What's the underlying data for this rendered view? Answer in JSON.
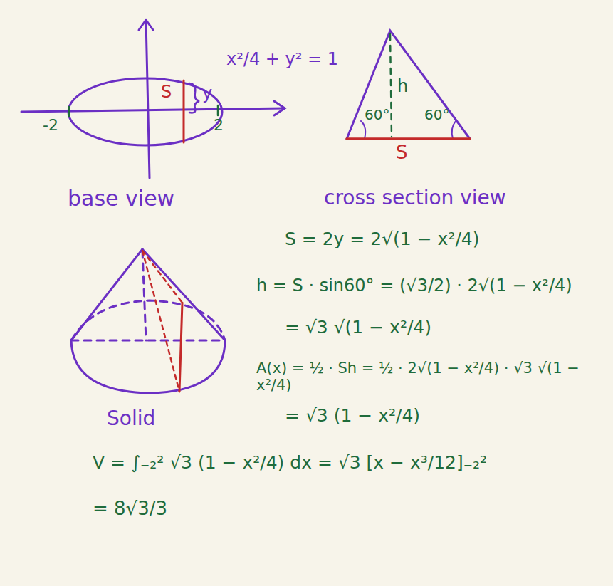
{
  "diagram": {
    "labels": [
      "x²/4 + y² = 1",
      "S",
      "y",
      "-2",
      "2",
      "base view",
      "cross section view",
      "h",
      "60°",
      "60°",
      "S",
      "Solid",
      "S = 2y = 2√(1 − x²/4)",
      "h = S · sin60° = (√3/2) · 2√(1 − x²/4)",
      "= √3 √(1 − x²/4)",
      "A(x) = ½ · Sh = ½ · 2√(1 − x²/4) · √3 √(1 − x²/4)",
      "= √3 (1 − x²/4)",
      "V = ∫₋₂² √3 (1 − x²/4) dx = √3 [x − x³/12]₋₂²",
      "= 8√3/3"
    ]
  }
}
